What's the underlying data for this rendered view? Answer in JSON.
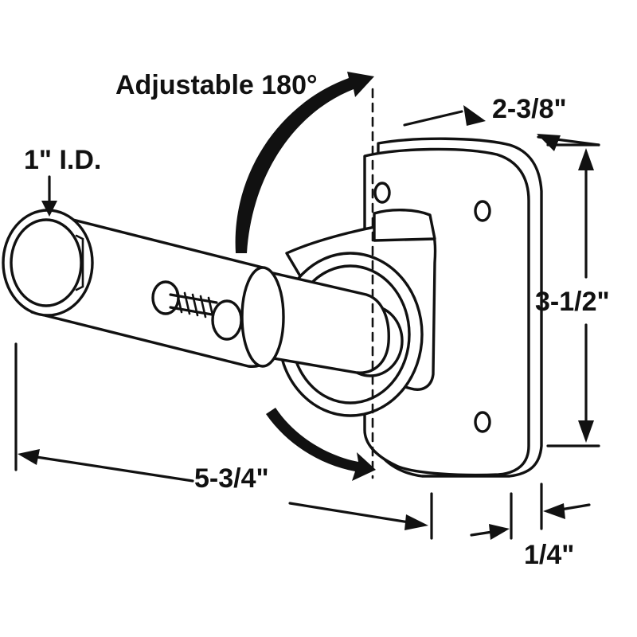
{
  "diagram": {
    "labels": {
      "adjustable": "Adjustable 180°",
      "inner_diameter": "1\" I.D.",
      "depth": "2-3/8\"",
      "height": "3-1/2\"",
      "length": "5-3/4\"",
      "thickness": "1/4\""
    },
    "colors": {
      "ink": "#111111",
      "paper": "#ffffff"
    }
  }
}
